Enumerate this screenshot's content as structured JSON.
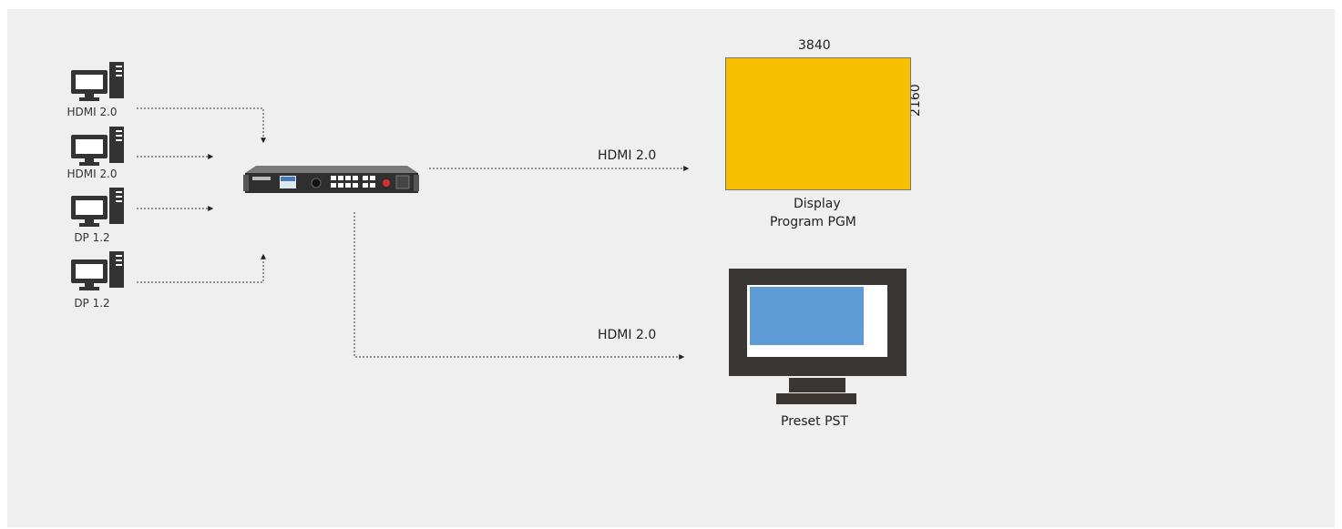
{
  "sources": [
    {
      "label": "HDMI 2.0",
      "icon": "desktop-computer-icon"
    },
    {
      "label": "HDMI 2.0",
      "icon": "desktop-computer-icon"
    },
    {
      "label": "DP 1.2",
      "icon": "desktop-computer-icon"
    },
    {
      "label": "DP 1.2",
      "icon": "desktop-computer-icon"
    }
  ],
  "device": {
    "icon": "video-processor-icon"
  },
  "outputs": {
    "program": {
      "connection": "HDMI 2.0",
      "width": "3840",
      "height": "2160",
      "title": "Display",
      "subtitle": "Program PGM"
    },
    "preset": {
      "connection": "HDMI 2.0",
      "title": "Preset PST"
    }
  },
  "colors": {
    "background": "#efefef",
    "program_screen": "#f8bf00",
    "preset_window": "#5f9bd6",
    "monitor_frame": "#3a3634",
    "line": "#333333"
  }
}
